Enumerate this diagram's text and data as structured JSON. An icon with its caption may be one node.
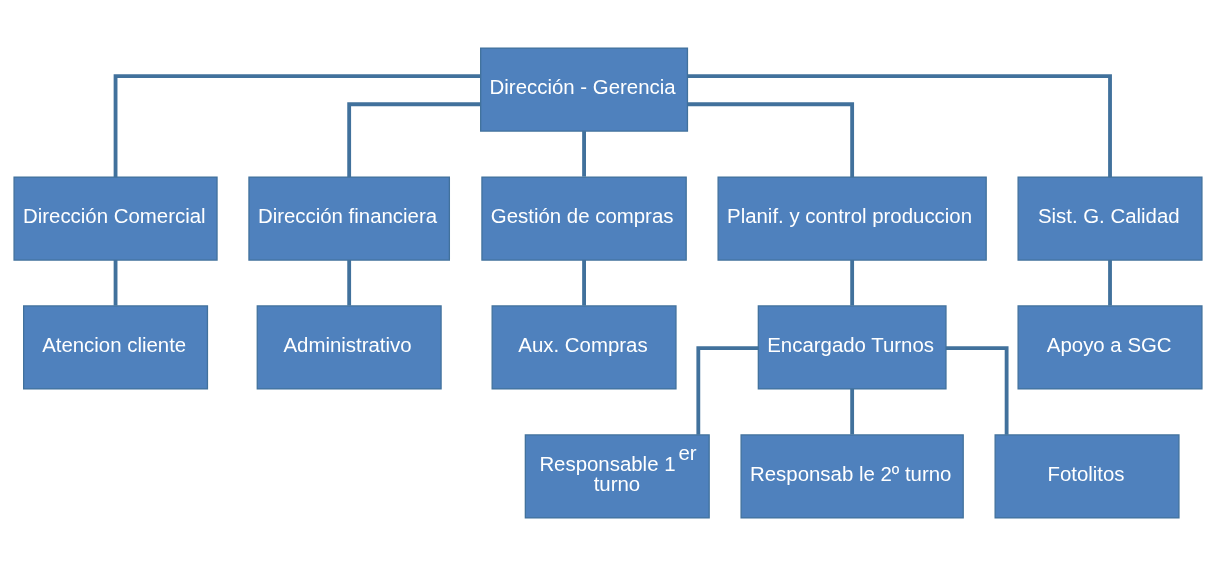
{
  "diagram": {
    "nodes": [
      {
        "text": [
          "Dirección - Gerencia"
        ]
      },
      {
        "text": [
          "Dirección Comercial"
        ]
      },
      {
        "text": [
          "Dirección financiera"
        ]
      },
      {
        "text": [
          "Gestión de compras"
        ]
      },
      {
        "text": [
          "Planif. y control produccion"
        ]
      },
      {
        "text": [
          "Sist. G. Calidad"
        ]
      },
      {
        "text": [
          "Atencion cliente"
        ]
      },
      {
        "text": [
          "Administrativo"
        ]
      },
      {
        "text": [
          "Aux. Compras"
        ]
      },
      {
        "text": [
          "Encargado Turnos"
        ]
      },
      {
        "text": [
          "Apoyo a SGC"
        ]
      },
      {
        "text": [
          "Responsable 1$^{er}$ turno"
        ]
      },
      {
        "text": [
          "Responsab le 2º turno"
        ]
      },
      {
        "text": [
          "Fotolitos"
        ]
      }
    ],
    "edges": [
      {
        "from": 0,
        "to": 1,
        "arrow": "none"
      },
      {
        "from": 0,
        "to": 2,
        "arrow": "none"
      },
      {
        "from": 0,
        "to": 3,
        "arrow": "none"
      },
      {
        "from": 0,
        "to": 4,
        "arrow": "none"
      },
      {
        "from": 0,
        "to": 5,
        "arrow": "none"
      },
      {
        "from": 1,
        "to": 6,
        "arrow": "none"
      },
      {
        "from": 2,
        "to": 7,
        "arrow": "none"
      },
      {
        "from": 3,
        "to": 8,
        "arrow": "none"
      },
      {
        "from": 4,
        "to": 9,
        "arrow": "none"
      },
      {
        "from": 5,
        "to": 10,
        "arrow": "none"
      },
      {
        "from": 9,
        "to": 11,
        "arrow": "none"
      },
      {
        "from": 9,
        "to": 12,
        "arrow": "none"
      },
      {
        "from": 9,
        "to": 13,
        "arrow": "none"
      }
    ]
  }
}
